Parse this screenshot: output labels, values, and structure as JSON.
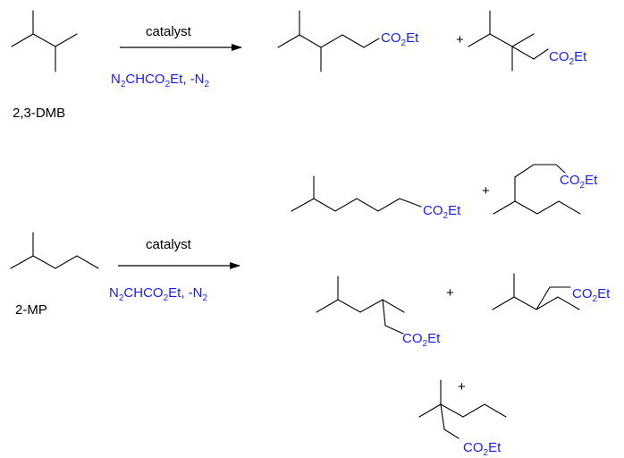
{
  "colors": {
    "text": "#000000",
    "reagent": "#1a1aff",
    "bond": "#000000"
  },
  "reaction_1": {
    "reactant_label": "2,3-DMB",
    "catalyst_label": "catalyst",
    "reagent": {
      "p1": "N",
      "s1": "2",
      "p2": "CHCO",
      "s2": "2",
      "p3": "Et, -N",
      "s3": "2"
    },
    "products": [
      {
        "group": {
          "p1": "CO",
          "s1": "2",
          "p2": "Et"
        }
      },
      {
        "group": {
          "p1": "CO",
          "s1": "2",
          "p2": "Et"
        }
      }
    ],
    "plus": "+"
  },
  "reaction_2": {
    "reactant_label": "2-MP",
    "catalyst_label": "catalyst",
    "reagent": {
      "p1": "N",
      "s1": "2",
      "p2": "CHCO",
      "s2": "2",
      "p3": "Et, -N",
      "s3": "2"
    },
    "products": [
      {
        "group": {
          "p1": "CO",
          "s1": "2",
          "p2": "Et"
        }
      },
      {
        "group": {
          "p1": "CO",
          "s1": "2",
          "p2": "Et"
        }
      },
      {
        "group": {
          "p1": "CO",
          "s1": "2",
          "p2": "Et"
        }
      },
      {
        "group": {
          "p1": "CO",
          "s1": "2",
          "p2": "Et"
        }
      },
      {
        "group": {
          "p1": "CO",
          "s1": "2",
          "p2": "Et"
        }
      }
    ],
    "plus": [
      "+",
      "+",
      "+"
    ]
  }
}
